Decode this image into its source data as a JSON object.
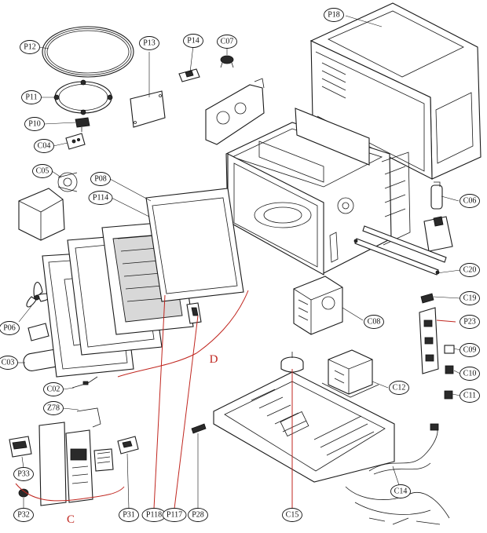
{
  "callouts": [
    {
      "id": "p18",
      "label": "P18"
    },
    {
      "id": "p12",
      "label": "P12"
    },
    {
      "id": "p13",
      "label": "P13"
    },
    {
      "id": "p14",
      "label": "P14"
    },
    {
      "id": "c07",
      "label": "C07"
    },
    {
      "id": "p11",
      "label": "P11"
    },
    {
      "id": "p10",
      "label": "P10"
    },
    {
      "id": "c04",
      "label": "C04"
    },
    {
      "id": "c05",
      "label": "C05"
    },
    {
      "id": "p08",
      "label": "P08"
    },
    {
      "id": "p114",
      "label": "P114"
    },
    {
      "id": "c06",
      "label": "C06"
    },
    {
      "id": "c20",
      "label": "C20"
    },
    {
      "id": "c19",
      "label": "C19"
    },
    {
      "id": "p23",
      "label": "P23"
    },
    {
      "id": "c08",
      "label": "C08"
    },
    {
      "id": "p06",
      "label": "P06"
    },
    {
      "id": "c09",
      "label": "C09"
    },
    {
      "id": "c10",
      "label": "C10"
    },
    {
      "id": "c11",
      "label": "C11"
    },
    {
      "id": "c03",
      "label": "C03"
    },
    {
      "id": "c12",
      "label": "C12"
    },
    {
      "id": "c02",
      "label": "C02"
    },
    {
      "id": "z78",
      "label": "Z78"
    },
    {
      "id": "p33",
      "label": "P33"
    },
    {
      "id": "c14",
      "label": "C14"
    },
    {
      "id": "p32",
      "label": "P32"
    },
    {
      "id": "p31",
      "label": "P31"
    },
    {
      "id": "p118",
      "label": "P118"
    },
    {
      "id": "p117",
      "label": "P117"
    },
    {
      "id": "p28",
      "label": "P28"
    },
    {
      "id": "c15",
      "label": "C15"
    }
  ],
  "group_labels": [
    {
      "id": "d",
      "label": "D"
    },
    {
      "id": "c",
      "label": "C"
    }
  ]
}
